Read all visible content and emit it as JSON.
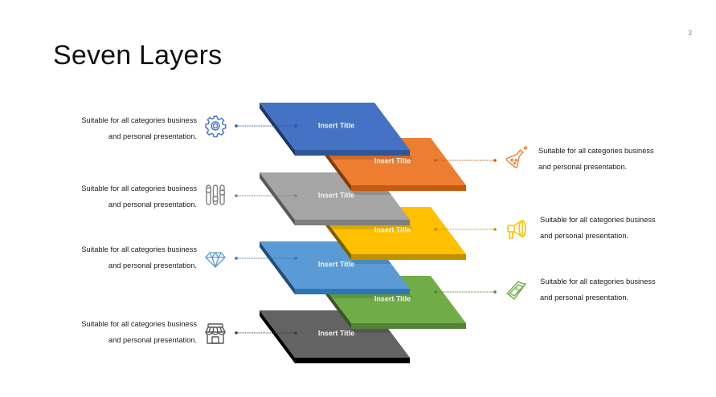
{
  "slide": {
    "title": "Seven Layers",
    "page_number": "3"
  },
  "layers": [
    {
      "label": "Insert Title",
      "top": "#4472c4",
      "front": "#2f5597",
      "side": "#1f3864",
      "connector": "#2f5597",
      "side_of_text": "left",
      "icon": "gear-icon",
      "icon_color": "#4472c4",
      "line1": "Suitable for all categories business",
      "line2": "and personal presentation."
    },
    {
      "label": "Insert Title",
      "top": "#ed7d31",
      "front": "#c55a11",
      "side": "#843c0c",
      "connector": "#c55a11",
      "side_of_text": "right",
      "icon": "flask-icon",
      "icon_color": "#ed7d31",
      "line1": "Suitable for all categories business",
      "line2": "and personal presentation."
    },
    {
      "label": "Insert Title",
      "top": "#a5a5a5",
      "front": "#7f7f7f",
      "side": "#595959",
      "connector": "#7f7f7f",
      "side_of_text": "left",
      "icon": "sliders-icon",
      "icon_color": "#7f7f7f",
      "line1": "Suitable for all categories business",
      "line2": "and personal presentation."
    },
    {
      "label": "Insert Title",
      "top": "#ffc000",
      "front": "#bf9000",
      "side": "#7f6000",
      "connector": "#bf9000",
      "side_of_text": "right",
      "icon": "megaphone-icon",
      "icon_color": "#ffc000",
      "line1": "Suitable for all categories business",
      "line2": "and personal presentation."
    },
    {
      "label": "Insert Title",
      "top": "#5b9bd5",
      "front": "#2e75b6",
      "side": "#1f4e79",
      "connector": "#2e75b6",
      "side_of_text": "left",
      "icon": "diamond-icon",
      "icon_color": "#5b9bd5",
      "line1": "Suitable for all categories business",
      "line2": "and personal presentation."
    },
    {
      "label": "Insert Title",
      "top": "#70ad47",
      "front": "#548235",
      "side": "#385723",
      "connector": "#548235",
      "side_of_text": "right",
      "icon": "money-icon",
      "icon_color": "#70ad47",
      "line1": "Suitable for all categories business",
      "line2": "and personal presentation."
    },
    {
      "label": "Insert Title",
      "top": "#636363",
      "front": "#000000",
      "side": "#000000",
      "connector": "#333f50",
      "side_of_text": "left",
      "icon": "store-icon",
      "icon_color": "#595959",
      "line1": "Suitable for all categories business",
      "line2": "and personal presentation."
    }
  ]
}
